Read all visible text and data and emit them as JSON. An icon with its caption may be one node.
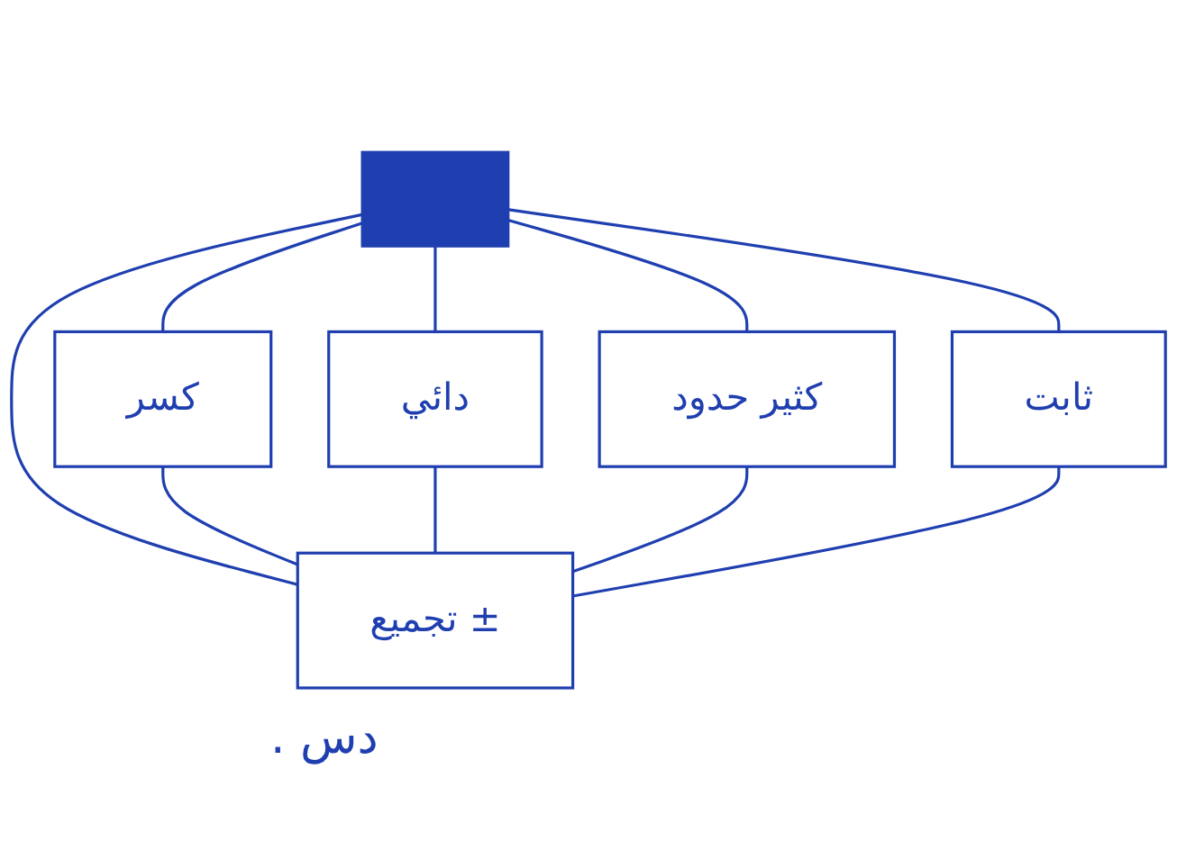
{
  "diagram": {
    "nodes": [
      {
        "text": [],
        "shape": "bar"
      },
      {
        "text": [
          "كسر"
        ]
      },
      {
        "text": [
          "دائي"
        ]
      },
      {
        "text": [
          "كثير حدود"
        ]
      },
      {
        "text": [
          "ثابت"
        ]
      },
      {
        "text": [
          "تجميع ±"
        ]
      }
    ],
    "edges": [
      {
        "from": 0,
        "to": 1,
        "arrow": "none"
      },
      {
        "from": 0,
        "to": 2,
        "arrow": "none"
      },
      {
        "from": 0,
        "to": 5,
        "arrow": "none"
      },
      {
        "from": 0,
        "to": 3,
        "arrow": "none"
      },
      {
        "from": 0,
        "to": 4,
        "arrow": "none"
      },
      {
        "from": 1,
        "to": 5,
        "arrow": "none"
      },
      {
        "from": 2,
        "to": 5,
        "arrow": "none"
      },
      {
        "from": 3,
        "to": 5,
        "arrow": "none"
      },
      {
        "from": 4,
        "to": 5,
        "arrow": "none"
      }
    ],
    "labels": [
      "دس ."
    ]
  }
}
